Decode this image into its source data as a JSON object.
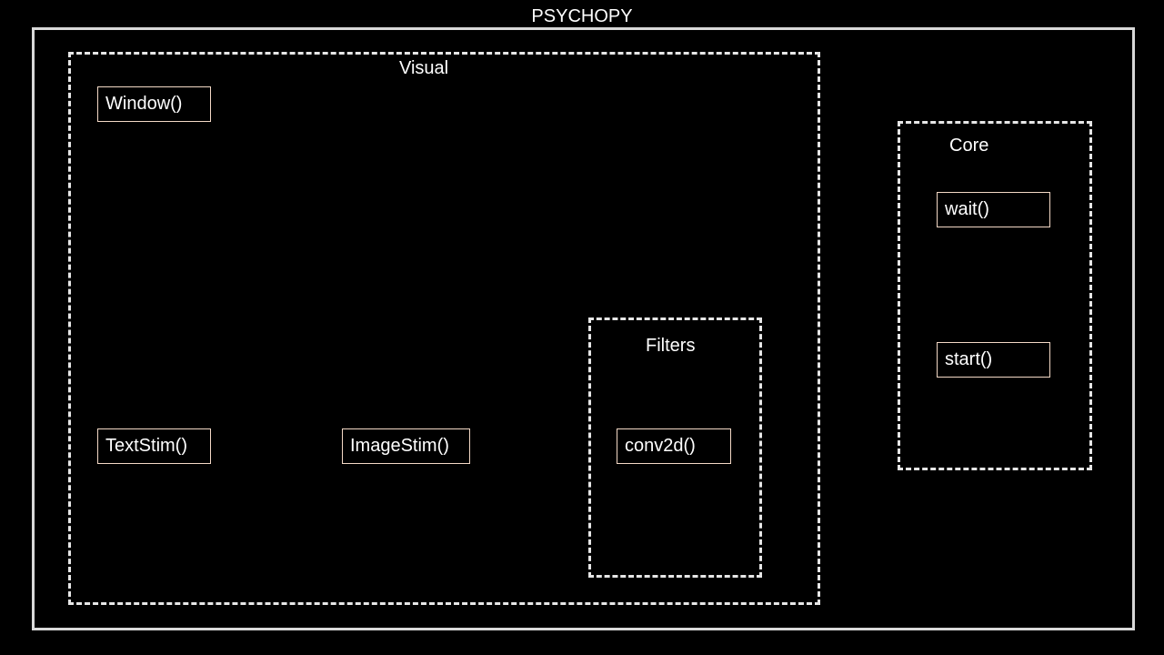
{
  "title": "PSYCHOPY",
  "groups": {
    "visual": {
      "label": "Visual",
      "items": [
        "Window()",
        "TextStim()",
        "ImageStim()"
      ]
    },
    "filters": {
      "label": "Filters",
      "items": [
        "conv2d()"
      ]
    },
    "core": {
      "label": "Core",
      "items": [
        "wait()",
        "start()"
      ]
    }
  },
  "colors": {
    "background": "#000000",
    "outline": "#d9d9d9",
    "function_border": "#f4d9c6"
  }
}
